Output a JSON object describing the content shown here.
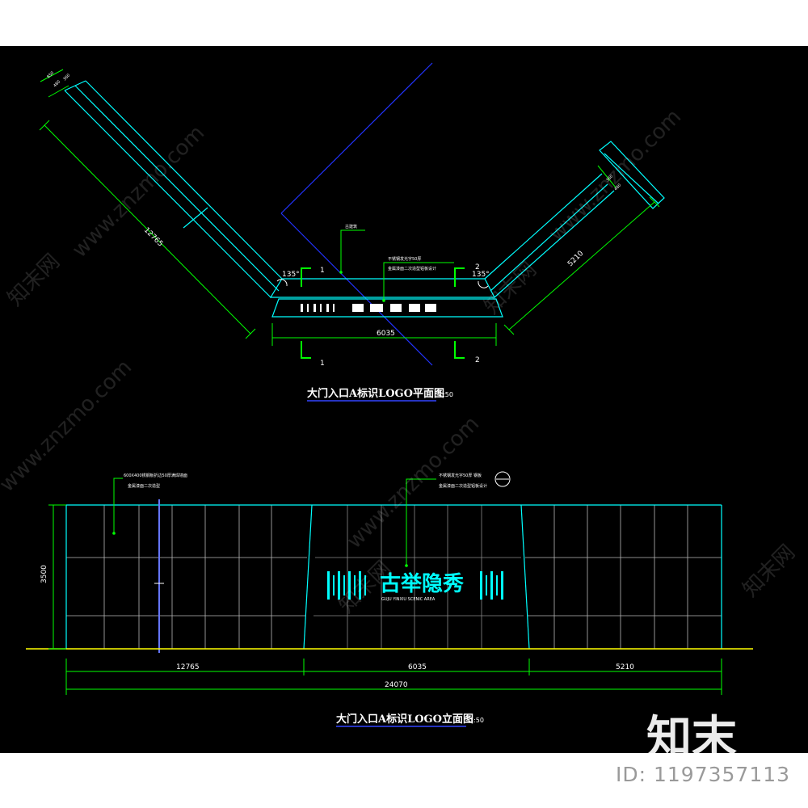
{
  "plan": {
    "title": "大门入口A标识LOGO平面图",
    "scale": "1:50",
    "dims": {
      "left_wall": "12765",
      "center": "6035",
      "right_wall": "5210",
      "left_top_a": "850",
      "left_top_b": "480",
      "left_top_c": "360",
      "right_top_a": "360",
      "right_top_b": "480"
    },
    "angles": {
      "left": "135°",
      "right": "135°"
    },
    "section_marks": {
      "a": "1",
      "b": "2"
    },
    "notes": {
      "top": "古建筑",
      "material_1": "不锈钢发光字50厚",
      "material_2": "金属漆面二次造型铝板设计"
    }
  },
  "elevation": {
    "title": "大门入口A标识LOGO立面图",
    "scale": "1:50",
    "dims": {
      "height": "3500",
      "seg_1": "12765",
      "seg_2": "6035",
      "seg_3": "5210",
      "total": "24070"
    },
    "notes": {
      "left_1": "600X400锈钢板折边50厚满焊墙面",
      "left_2": "金属漆面二次造型",
      "right_1": "不锈钢发光字50厚 钢板",
      "right_2": "金属漆面二次造型铝板设计"
    },
    "sign_text": "古举隐秀",
    "sign_subtext": "GUJU YINXIU SCENIC AREA"
  },
  "colors": {
    "background": "#000000",
    "wall": "#00ffff",
    "dimension": "#00ff00",
    "grid": "#b8b8b8",
    "axis": "#0000ff",
    "ground": "#ffff00"
  },
  "watermark": {
    "text": "www.znzmo.com",
    "site": "知末网"
  },
  "brand": {
    "logo": "知末",
    "id": "ID: 1197357113"
  }
}
